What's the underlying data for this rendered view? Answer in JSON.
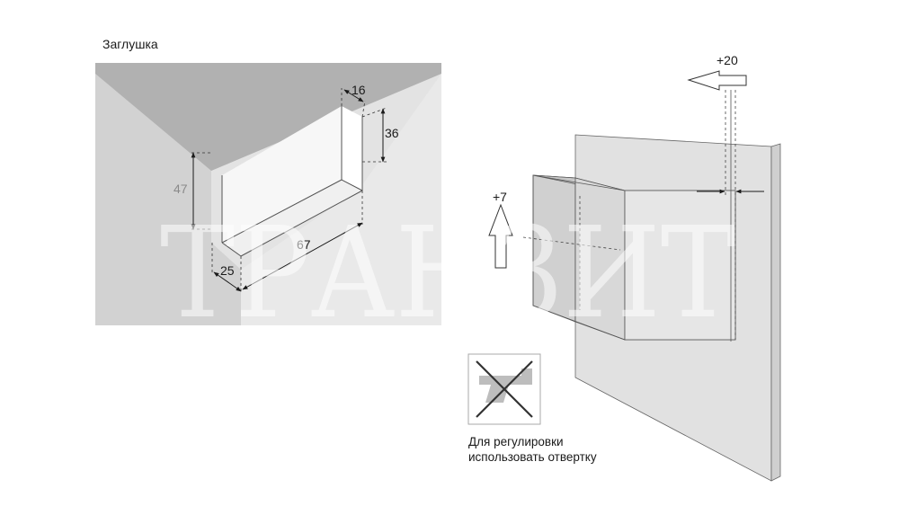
{
  "left_panel": {
    "title": "Заглушка",
    "dims": {
      "width_top": "16",
      "height_right": "36",
      "height_left": "47",
      "length": "67",
      "depth_bottom": "25"
    }
  },
  "right_panel": {
    "adjust_horizontal": "+20",
    "adjust_vertical": "+7",
    "note_line1": "Для регулировки",
    "note_line2": "использовать отвертку"
  },
  "watermark": {
    "text": "ТРАНЗИТ"
  },
  "icons": {
    "no_drill": "no-drill-icon"
  },
  "colors": {
    "wall_light": "#d9d9d9",
    "wall_mid": "#c8c8c8",
    "ceiling": "#b3b3b3",
    "line": "#1a1a1a",
    "panel": "#e1e1e1"
  }
}
